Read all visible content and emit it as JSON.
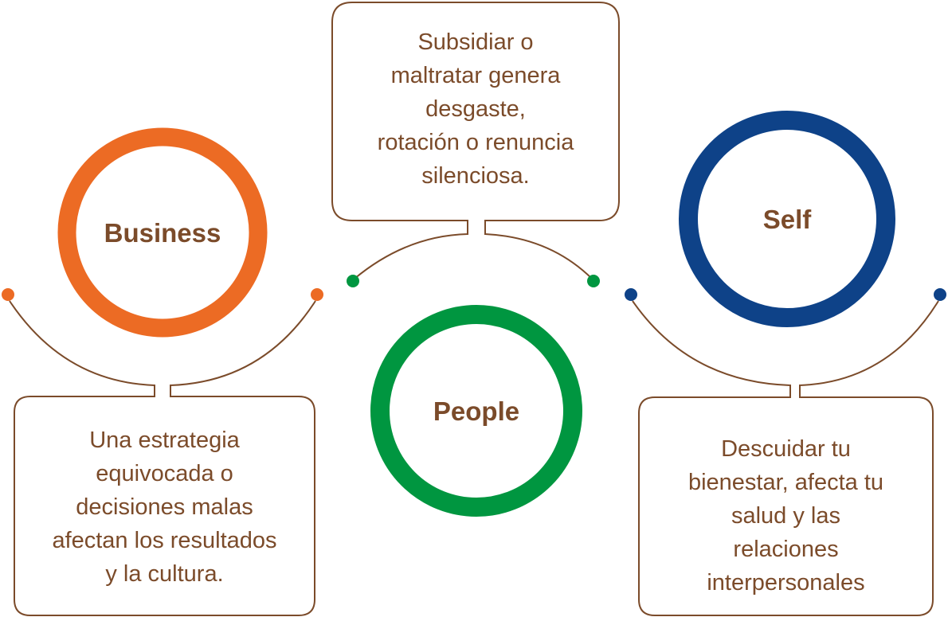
{
  "colors": {
    "business": "#ec6b24",
    "people": "#009640",
    "self": "#0e4288",
    "line": "#7b4b2a",
    "text": "#7b4b2a"
  },
  "business": {
    "label": "Business",
    "lines": [
      "Una estrategia",
      "equivocada o",
      "decisiones malas",
      "afectan los resultados",
      "y la cultura."
    ]
  },
  "people": {
    "label": "People",
    "lines": [
      "Subsidiar o",
      "maltratar genera",
      "desgaste,",
      "rotación o renuncia",
      "silenciosa."
    ]
  },
  "self": {
    "label": "Self",
    "lines": [
      "Descuidar tu",
      "bienestar, afecta tu",
      "salud y las",
      "relaciones",
      "interpersonales"
    ]
  }
}
